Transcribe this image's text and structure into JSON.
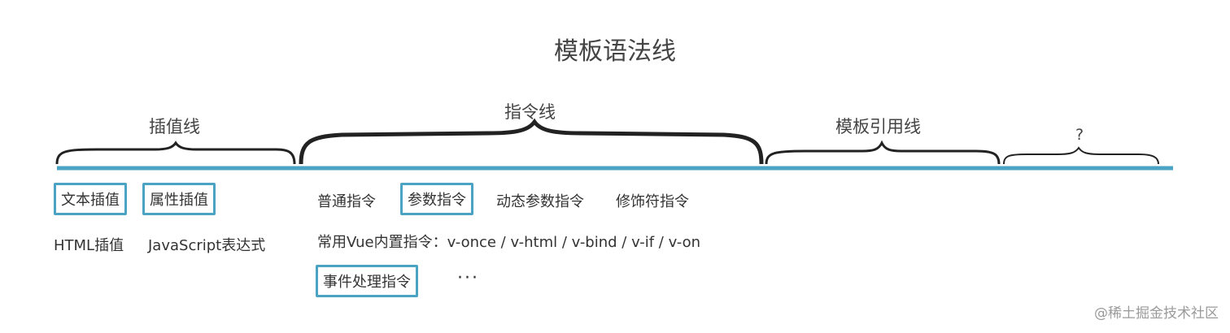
{
  "title": "模板语法线",
  "sections": [
    {
      "label": "插值线"
    },
    {
      "label": "指令线"
    },
    {
      "label": "模板引用线"
    },
    {
      "label": "?"
    }
  ],
  "interpolation": {
    "text_interp": "文本插值",
    "attr_interp": "属性插值",
    "html_interp": "HTML插值",
    "js_expr": "JavaScript表达式"
  },
  "directives": {
    "normal": "普通指令",
    "param": "参数指令",
    "dynamic_param": "动态参数指令",
    "modifier": "修饰符指令",
    "builtin": "常用Vue内置指令：v-once / v-html / v-bind / v-if / v-on",
    "event": "事件处理指令",
    "ellipsis": "···"
  },
  "colors": {
    "accent": "#4aa3c2",
    "text": "#333333",
    "brace": "#222222"
  },
  "watermark": "@稀土掘金技术社区"
}
